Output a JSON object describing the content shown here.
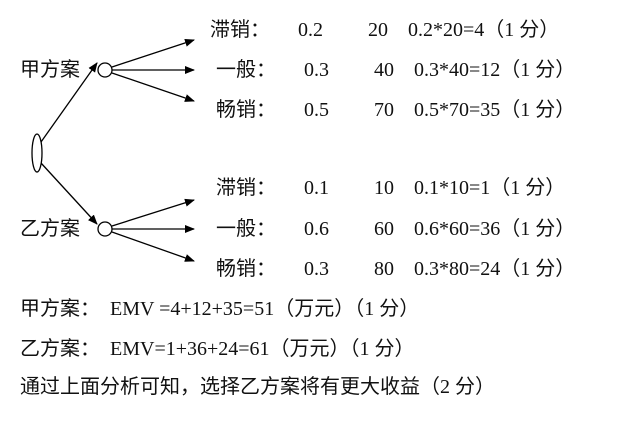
{
  "tree": {
    "plan_a": {
      "label": "甲方案",
      "branches": [
        {
          "state": "滞销：",
          "prob": "0.2",
          "value": "20",
          "calc": "0.2*20=4（1 分）"
        },
        {
          "state": "一般：",
          "prob": "0.3",
          "value": "40",
          "calc": "0.3*40=12（1 分）"
        },
        {
          "state": "畅销：",
          "prob": "0.5",
          "value": "70",
          "calc": "0.5*70=35（1 分）"
        }
      ]
    },
    "plan_b": {
      "label": "乙方案",
      "branches": [
        {
          "state": "滞销：",
          "prob": "0.1",
          "value": "10",
          "calc": "0.1*10=1（1 分）"
        },
        {
          "state": "一般：",
          "prob": "0.6",
          "value": "60",
          "calc": "0.6*60=36（1 分）"
        },
        {
          "state": "畅销：",
          "prob": "0.3",
          "value": "80",
          "calc": "0.3*80=24（1 分）"
        }
      ]
    }
  },
  "summary": {
    "line1": "甲方案：  EMV =4+12+35=51（万元）（1 分）",
    "line2": "乙方案：  EMV=1+36+24=61（万元）（1 分）",
    "conclusion": "通过上面分析可知，选择乙方案将有更大收益（2 分）"
  }
}
